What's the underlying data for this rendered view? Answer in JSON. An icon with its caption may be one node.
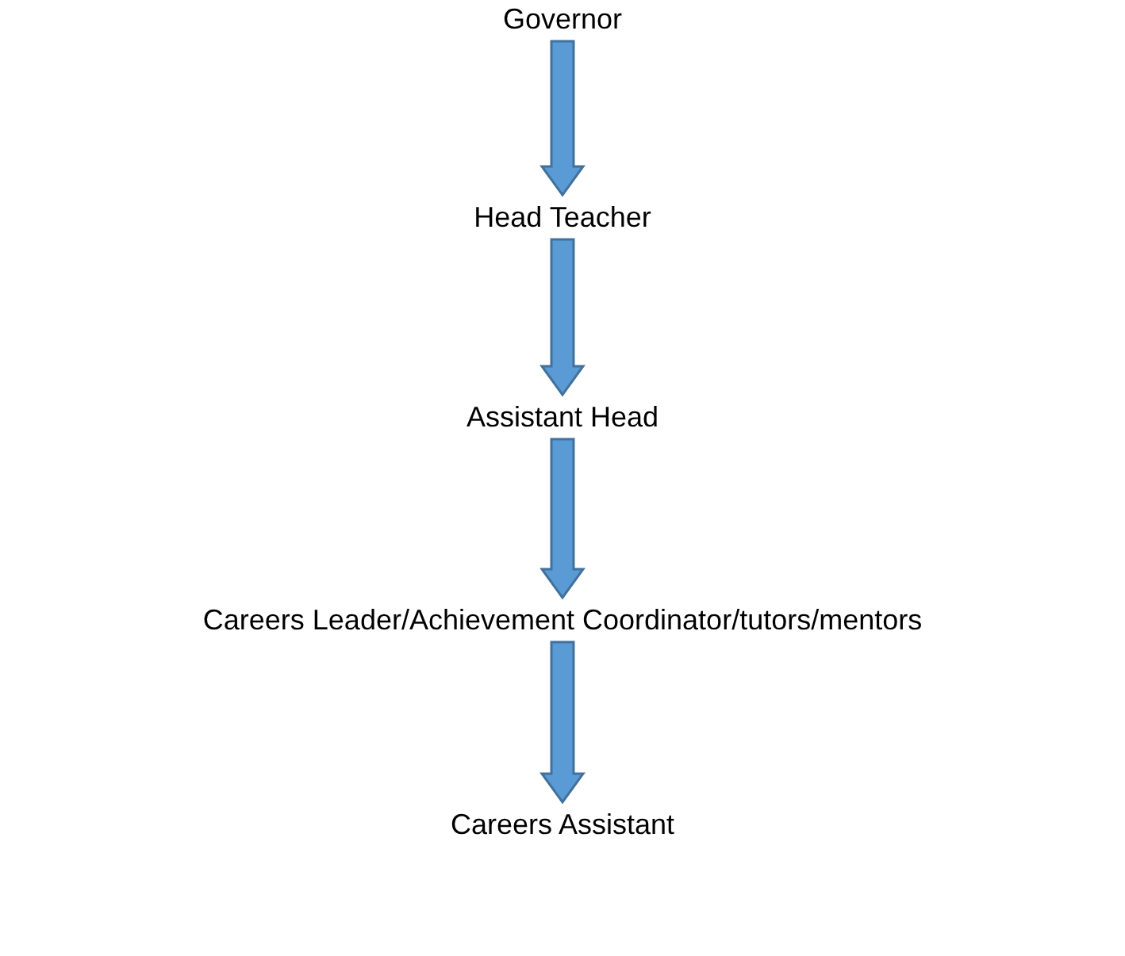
{
  "diagram": {
    "nodes": [
      {
        "text": [
          "Governor"
        ]
      },
      {
        "text": [
          "Head Teacher"
        ]
      },
      {
        "text": [
          "Assistant Head"
        ]
      },
      {
        "text": [
          "Careers Leader/Achievement Coordinator/tutors/mentors"
        ]
      },
      {
        "text": [
          "Careers Assistant"
        ]
      }
    ],
    "edges": [
      {
        "from": 0,
        "to": 1,
        "arrow": "to"
      },
      {
        "from": 1,
        "to": 2,
        "arrow": "to"
      },
      {
        "from": 2,
        "to": 3,
        "arrow": "to"
      },
      {
        "from": 3,
        "to": 4,
        "arrow": "to"
      }
    ]
  }
}
